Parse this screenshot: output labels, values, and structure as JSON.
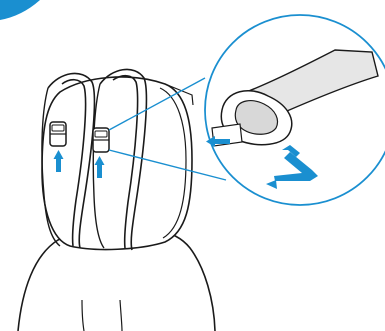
{
  "figure": {
    "subject": "headrest-strap-buckle-installation",
    "accent_color": "#1a8fd0",
    "line_color": "#1a1a1a",
    "fill_color": "#ffffff",
    "shade_color": "#dcdcdc"
  },
  "parts": {
    "corner_badge_icon": "blue-quarter-circle",
    "headrest": "seat-headrest",
    "pillow": "neck-pillow-case",
    "straps": "elastic-straps",
    "buckles": "side-release-buckles",
    "zoom_callout": "magnified-buckle-detail",
    "guide_arrows": [
      "arrow-up-left",
      "arrow-up-right",
      "arrow-into-buckle",
      "arrow-bent-return"
    ]
  }
}
